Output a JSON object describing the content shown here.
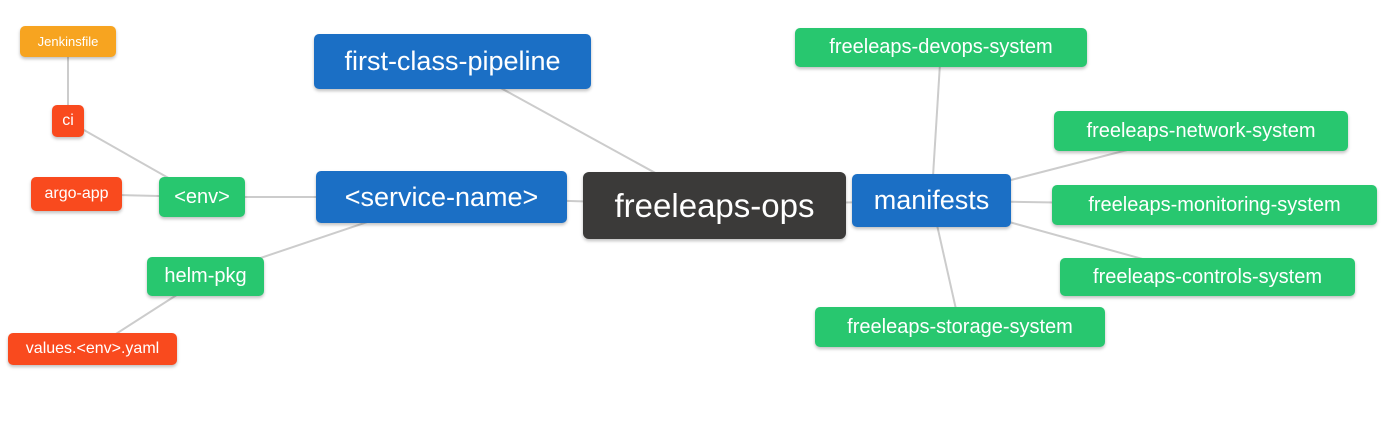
{
  "diagram": {
    "type": "mindmap",
    "background_color": "#ffffff",
    "edge_color": "#cccccc",
    "text_color": "#ffffff",
    "palette": {
      "blue": "#1b6fc5",
      "green": "#28c76f",
      "orange": "#f7a420",
      "red": "#f94a1e",
      "dark": "#3b3a39"
    },
    "nodes": {
      "freeleaps_ops": {
        "label": "freeleaps-ops",
        "color": "#3b3a39",
        "level": 0
      },
      "first_class_pipeline": {
        "label": "first-class-pipeline",
        "color": "#1b6fc5",
        "level": 1
      },
      "service_name": {
        "label": "<service-name>",
        "color": "#1b6fc5",
        "level": 1
      },
      "manifests": {
        "label": "manifests",
        "color": "#1b6fc5",
        "level": 1
      },
      "env": {
        "label": "<env>",
        "color": "#28c76f",
        "level": 2
      },
      "helm_pkg": {
        "label": "helm-pkg",
        "color": "#28c76f",
        "level": 2
      },
      "ci": {
        "label": "ci",
        "color": "#f94a1e",
        "level": 3
      },
      "argo_app": {
        "label": "argo-app",
        "color": "#f94a1e",
        "level": 3
      },
      "values_env_yaml": {
        "label": "values.<env>.yaml",
        "color": "#f94a1e",
        "level": 3
      },
      "jenkinsfile": {
        "label": "Jenkinsfile",
        "color": "#f7a420",
        "level": 4
      },
      "devops_system": {
        "label": "freeleaps-devops-system",
        "color": "#28c76f",
        "level": 2
      },
      "network_system": {
        "label": "freeleaps-network-system",
        "color": "#28c76f",
        "level": 2
      },
      "monitoring_system": {
        "label": "freeleaps-monitoring-system",
        "color": "#28c76f",
        "level": 2
      },
      "controls_system": {
        "label": "freeleaps-controls-system",
        "color": "#28c76f",
        "level": 2
      },
      "storage_system": {
        "label": "freeleaps-storage-system",
        "color": "#28c76f",
        "level": 2
      }
    },
    "edges": [
      {
        "from": "jenkinsfile",
        "to": "ci"
      },
      {
        "from": "ci",
        "to": "env"
      },
      {
        "from": "argo_app",
        "to": "env"
      },
      {
        "from": "env",
        "to": "service_name"
      },
      {
        "from": "helm_pkg",
        "to": "service_name"
      },
      {
        "from": "values_env_yaml",
        "to": "helm_pkg"
      },
      {
        "from": "first_class_pipeline",
        "to": "freeleaps_ops"
      },
      {
        "from": "service_name",
        "to": "freeleaps_ops"
      },
      {
        "from": "freeleaps_ops",
        "to": "manifests"
      },
      {
        "from": "manifests",
        "to": "devops_system"
      },
      {
        "from": "manifests",
        "to": "network_system"
      },
      {
        "from": "manifests",
        "to": "monitoring_system"
      },
      {
        "from": "manifests",
        "to": "controls_system"
      },
      {
        "from": "manifests",
        "to": "storage_system"
      }
    ]
  }
}
